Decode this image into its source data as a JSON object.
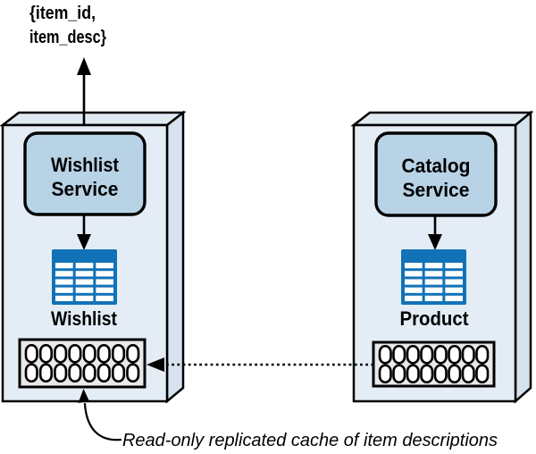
{
  "diagram": {
    "output_message": {
      "line1": "{item_id,",
      "line2": "item_desc}"
    },
    "wishlist": {
      "service_name": {
        "line1": "Wishlist",
        "line2": "Service"
      },
      "table_label": "Wishlist",
      "cache": {
        "rows": 2,
        "cols": 8
      }
    },
    "catalog": {
      "service_name": {
        "line1": "Catalog",
        "line2": "Service"
      },
      "table_label": "Product",
      "cache": {
        "rows": 2,
        "cols": 8
      }
    },
    "table_icon": {
      "rows": 5,
      "cols": 3
    },
    "annotation": "Read-only replicated cache of item descriptions",
    "colors": {
      "box_front": "#e4edf5",
      "box_top": "#dfe9f2",
      "box_side": "#d6e2ed",
      "service_fill": "#b9d3e6",
      "table_blue": "#1272b8",
      "cache_fill": "#e9e9e9",
      "cell_fill": "#ffffff",
      "line": "#000000"
    }
  }
}
